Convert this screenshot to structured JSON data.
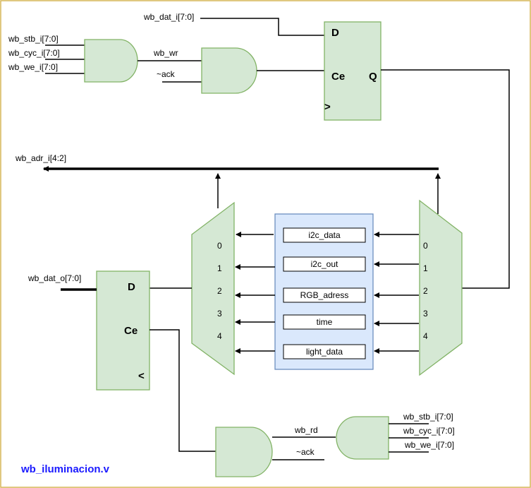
{
  "title": "wb_iluminacion.v",
  "colors": {
    "frame": "#d6b656",
    "component_fill": "#d5e8d4",
    "component_stroke": "#82b366",
    "register_fill": "#dae8fc",
    "register_stroke": "#6c8ebf",
    "title": "#1a1aff"
  },
  "write_path": {
    "data_in": "wb_dat_i[7:0]",
    "and_inputs": [
      "wb_stb_i[7:0]",
      "wb_cyc_i[7:0]",
      "wb_we_i[7:0]"
    ],
    "and_output": "wb_wr",
    "ack": "~ack",
    "ff": {
      "d": "D",
      "ce": "Ce",
      "q": "Q",
      "clk": ">"
    }
  },
  "address_bus": "wb_adr_i[4:2]",
  "registers": [
    "i2c_data",
    "i2c_out",
    "RGB_adress",
    "time",
    "light_data"
  ],
  "mux_ports": [
    "0",
    "1",
    "2",
    "3",
    "4"
  ],
  "read_path": {
    "data_out": "wb_dat_o[7:0]",
    "ff": {
      "d": "D",
      "ce": "Ce",
      "clk": "<"
    },
    "and_inputs": [
      "wb_stb_i[7:0]",
      "wb_cyc_i[7:0]",
      "wb_we_i[7:0]"
    ],
    "and_output": "wb_rd",
    "ack": "~ack"
  }
}
